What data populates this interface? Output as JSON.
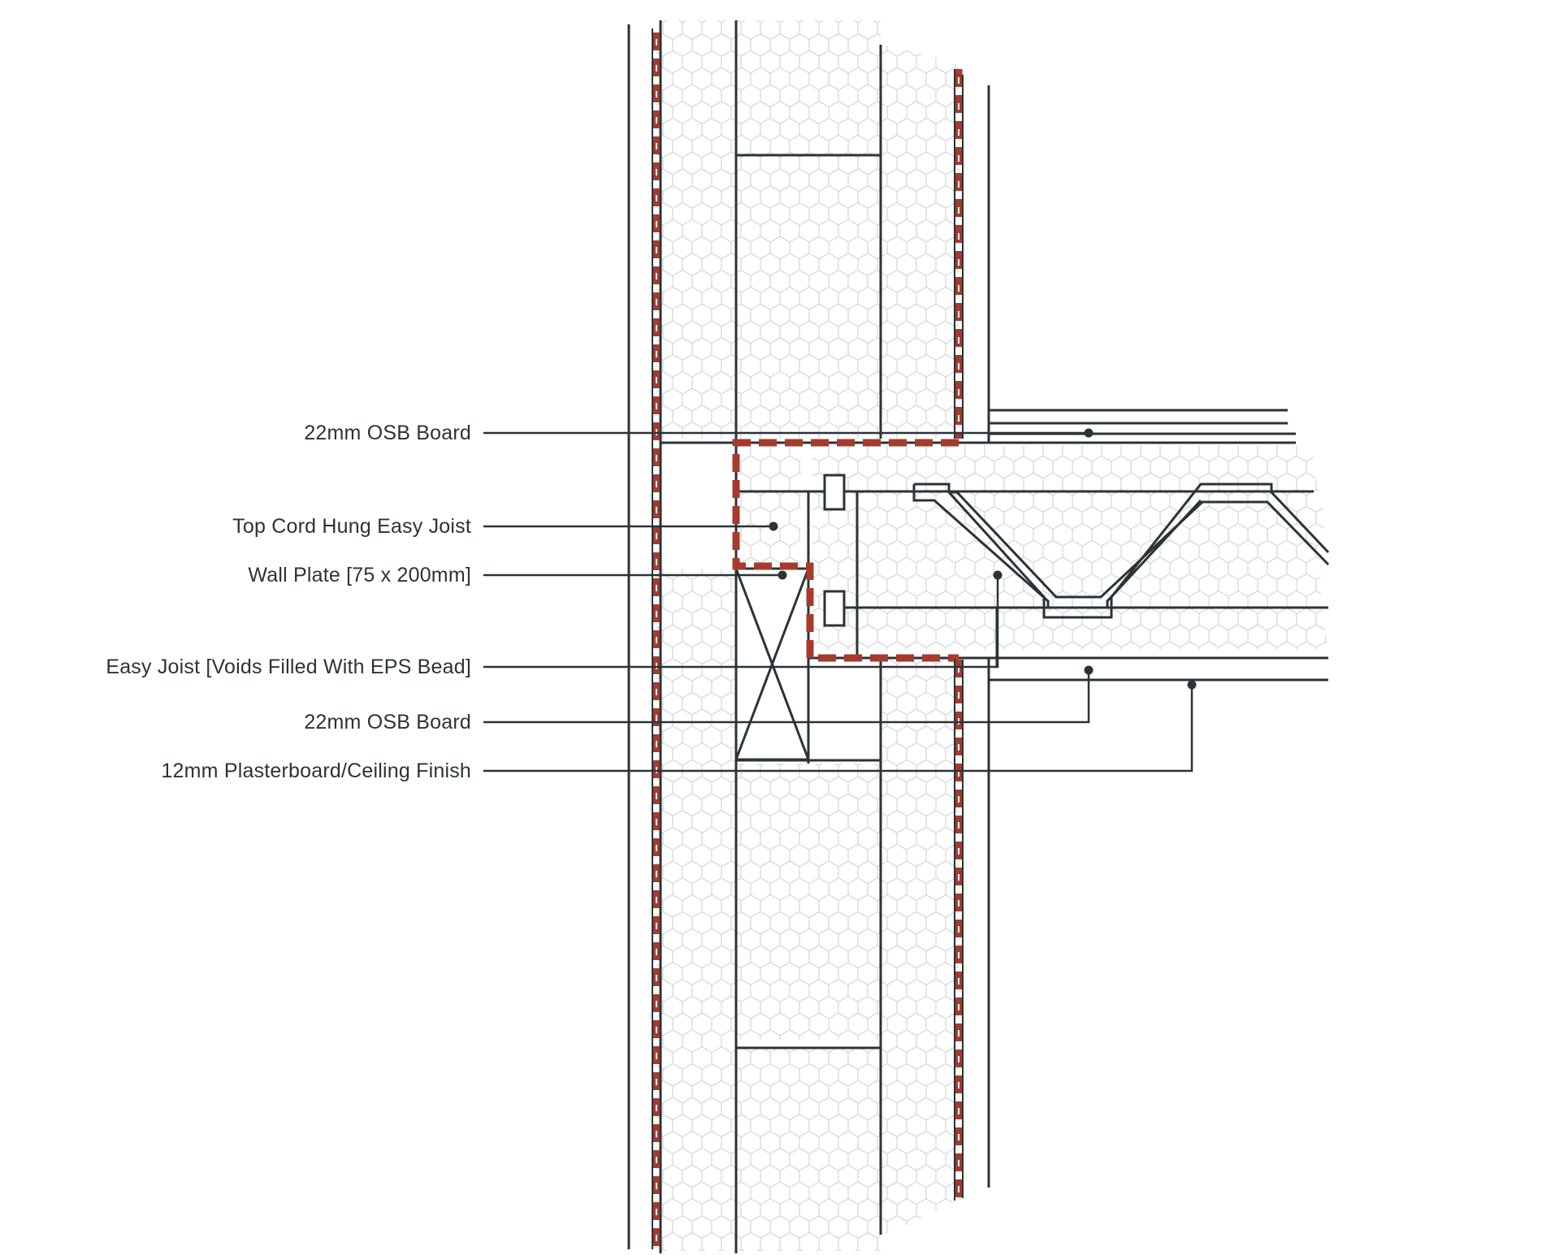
{
  "labels": [
    {
      "id": "osb-board-upper",
      "text": "22mm OSB Board"
    },
    {
      "id": "top-cord-hung-easy-joist",
      "text": "Top Cord Hung Easy Joist"
    },
    {
      "id": "wall-plate",
      "text": "Wall Plate [75 x 200mm]"
    },
    {
      "id": "easy-joist-eps",
      "text": "Easy Joist [Voids Filled With EPS Bead]"
    },
    {
      "id": "osb-board-lower",
      "text": "22mm OSB Board"
    },
    {
      "id": "plasterboard-ceiling",
      "text": "12mm Plasterboard/Ceiling Finish"
    }
  ],
  "colors": {
    "line": "#2b3338",
    "membrane": "#a63a2c",
    "insulation_hatch": "#cfd2d4",
    "background": "#ffffff"
  }
}
